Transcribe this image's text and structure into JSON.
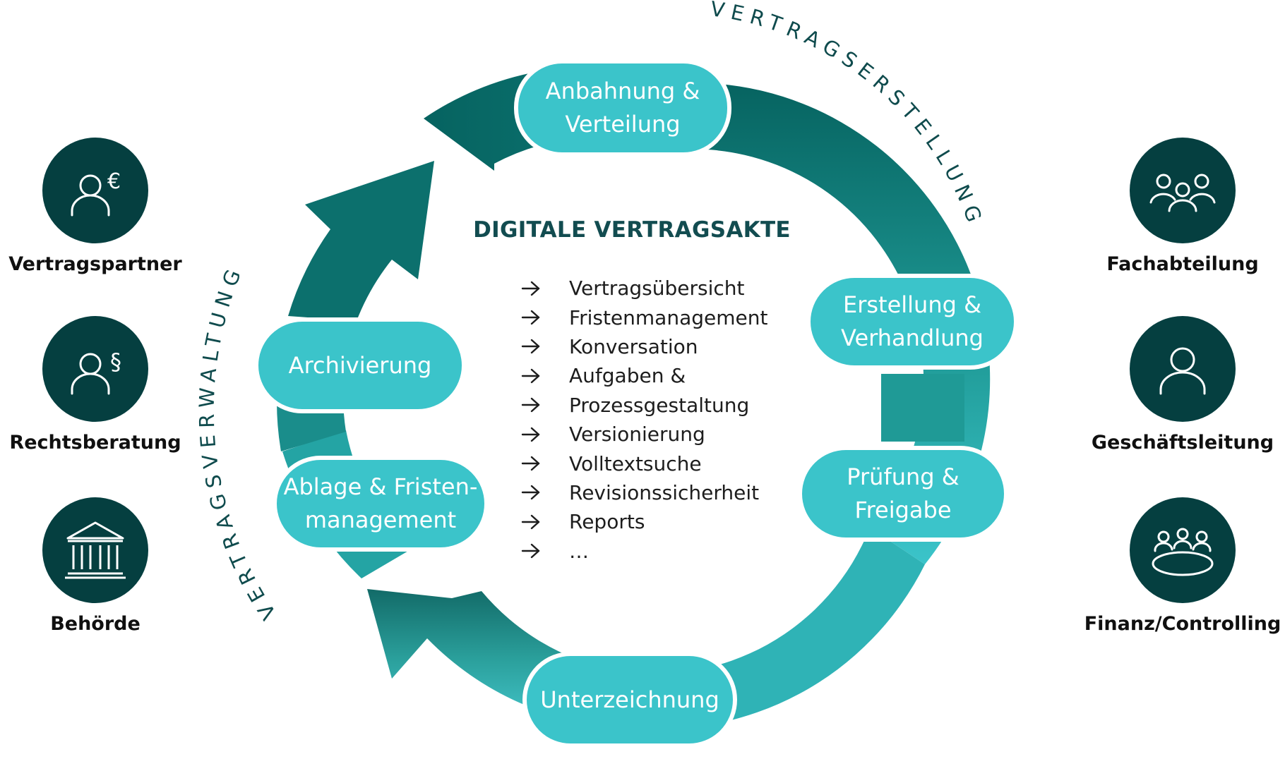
{
  "center": {
    "title": "DIGITALE VERTRAGSAKTE",
    "features": [
      "Vertragsübersicht",
      "Fristenmanagement",
      "Konversation",
      "Aufgaben &",
      "Prozessgestaltung",
      "Versionierung",
      "Volltextsuche",
      "Revisionssicherheit",
      "Reports",
      "…"
    ]
  },
  "phases": {
    "erstellung": "VERTRAGSERSTELLUNG",
    "verwaltung": "VERTRAGSVERWALTUNG"
  },
  "stages": [
    {
      "id": "anbahnung",
      "label": "Anbahnung &\nVerteilung"
    },
    {
      "id": "erstellung",
      "label": "Erstellung &\nVerhandlung"
    },
    {
      "id": "pruefung",
      "label": "Prüfung &\nFreigabe"
    },
    {
      "id": "unterzeichnung",
      "label": "Unterzeichnung"
    },
    {
      "id": "ablage",
      "label": "Ablage & Fristen-\nmanagement"
    },
    {
      "id": "archivierung",
      "label": "Archivierung"
    }
  ],
  "stakeholders_left": [
    {
      "label": "Vertragspartner",
      "icon": "person-euro-icon"
    },
    {
      "label": "Rechtsberatung",
      "icon": "person-paragraph-icon"
    },
    {
      "label": "Behörde",
      "icon": "government-building-icon"
    }
  ],
  "stakeholders_right": [
    {
      "label": "Fachabteilung",
      "icon": "team-icon"
    },
    {
      "label": "Geschäftsleitung",
      "icon": "person-icon"
    },
    {
      "label": "Finanz/Controlling",
      "icon": "meeting-table-icon"
    }
  ],
  "colors": {
    "ring_dark": "#066360",
    "ring_mid": "#1f9a96",
    "ring_light": "#3bc4ca",
    "pill": "#3bc4ca",
    "icon_disc": "#053f40",
    "title": "#124c50"
  }
}
